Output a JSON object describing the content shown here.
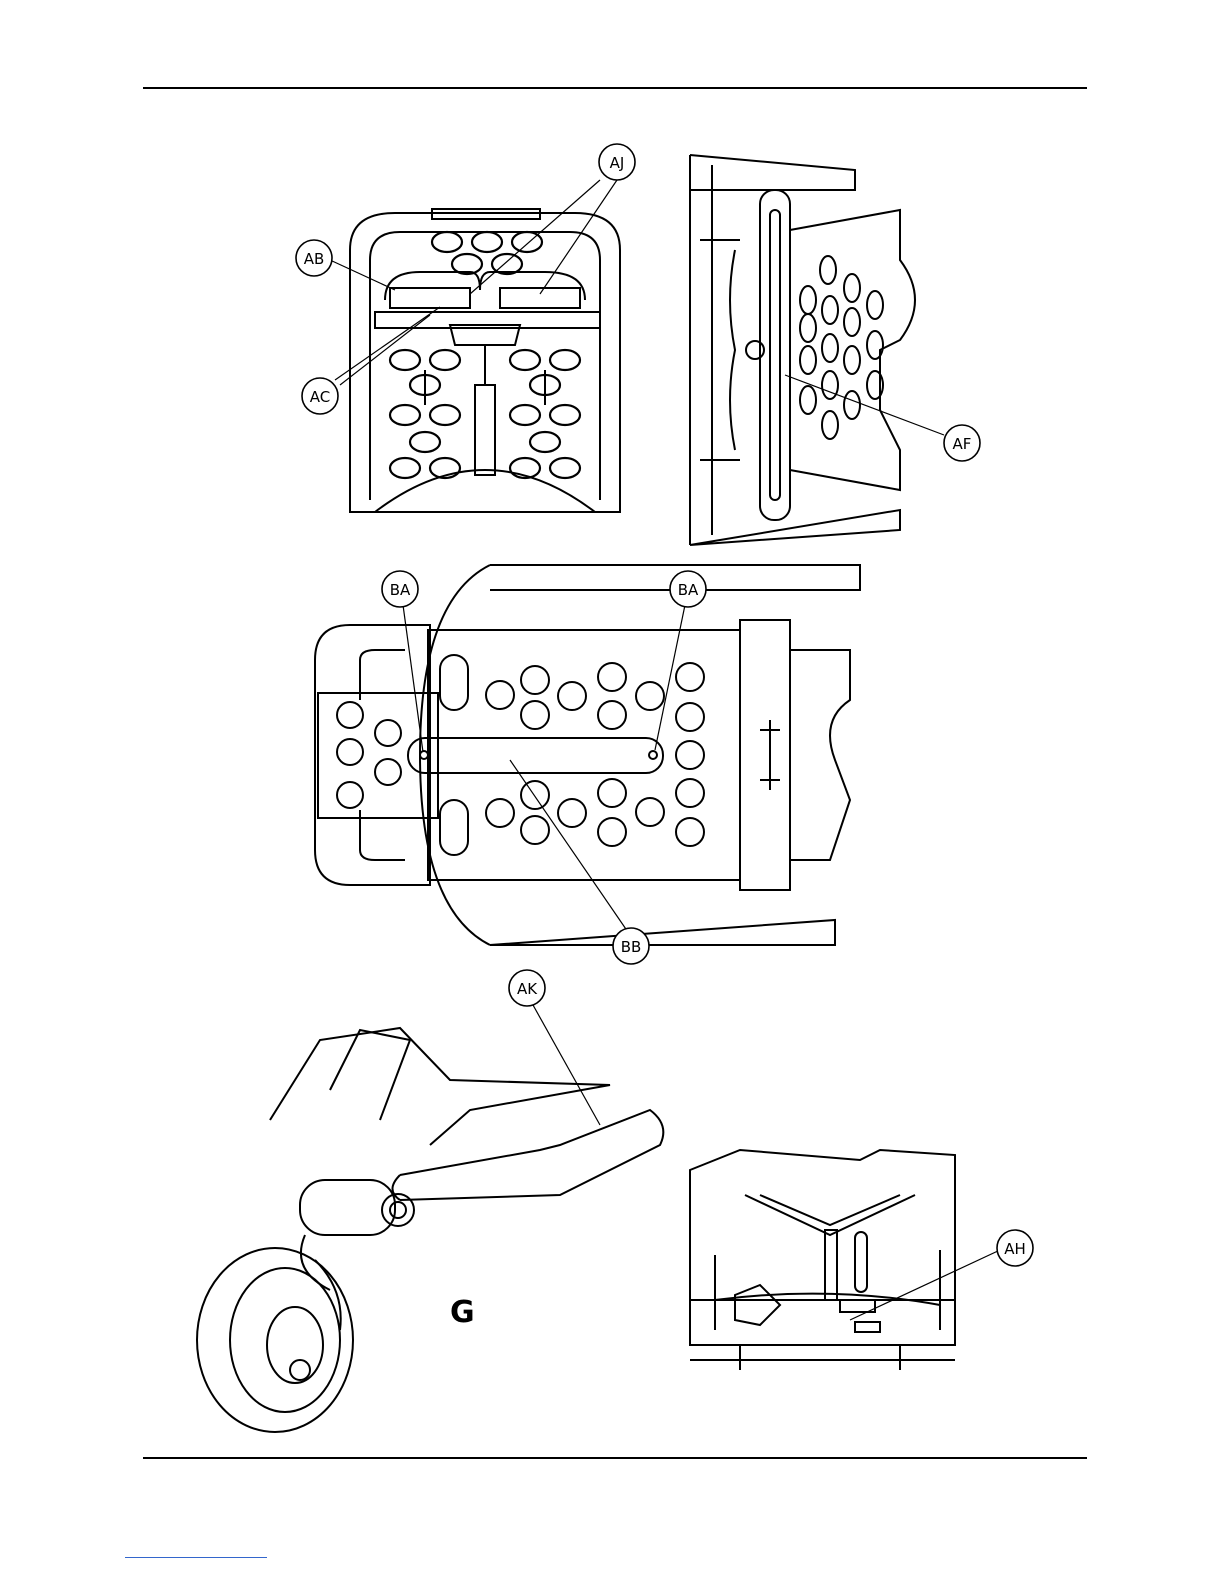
{
  "callouts": {
    "ab": "AB",
    "aj": "AJ",
    "ac": "AC",
    "af": "AF",
    "ba_left": "BA",
    "ba_right": "BA",
    "bb": "BB",
    "ak": "AK",
    "ah": "AH"
  },
  "figure_label": "G",
  "colors": {
    "ink": "#000000",
    "link": "#3366cc"
  }
}
